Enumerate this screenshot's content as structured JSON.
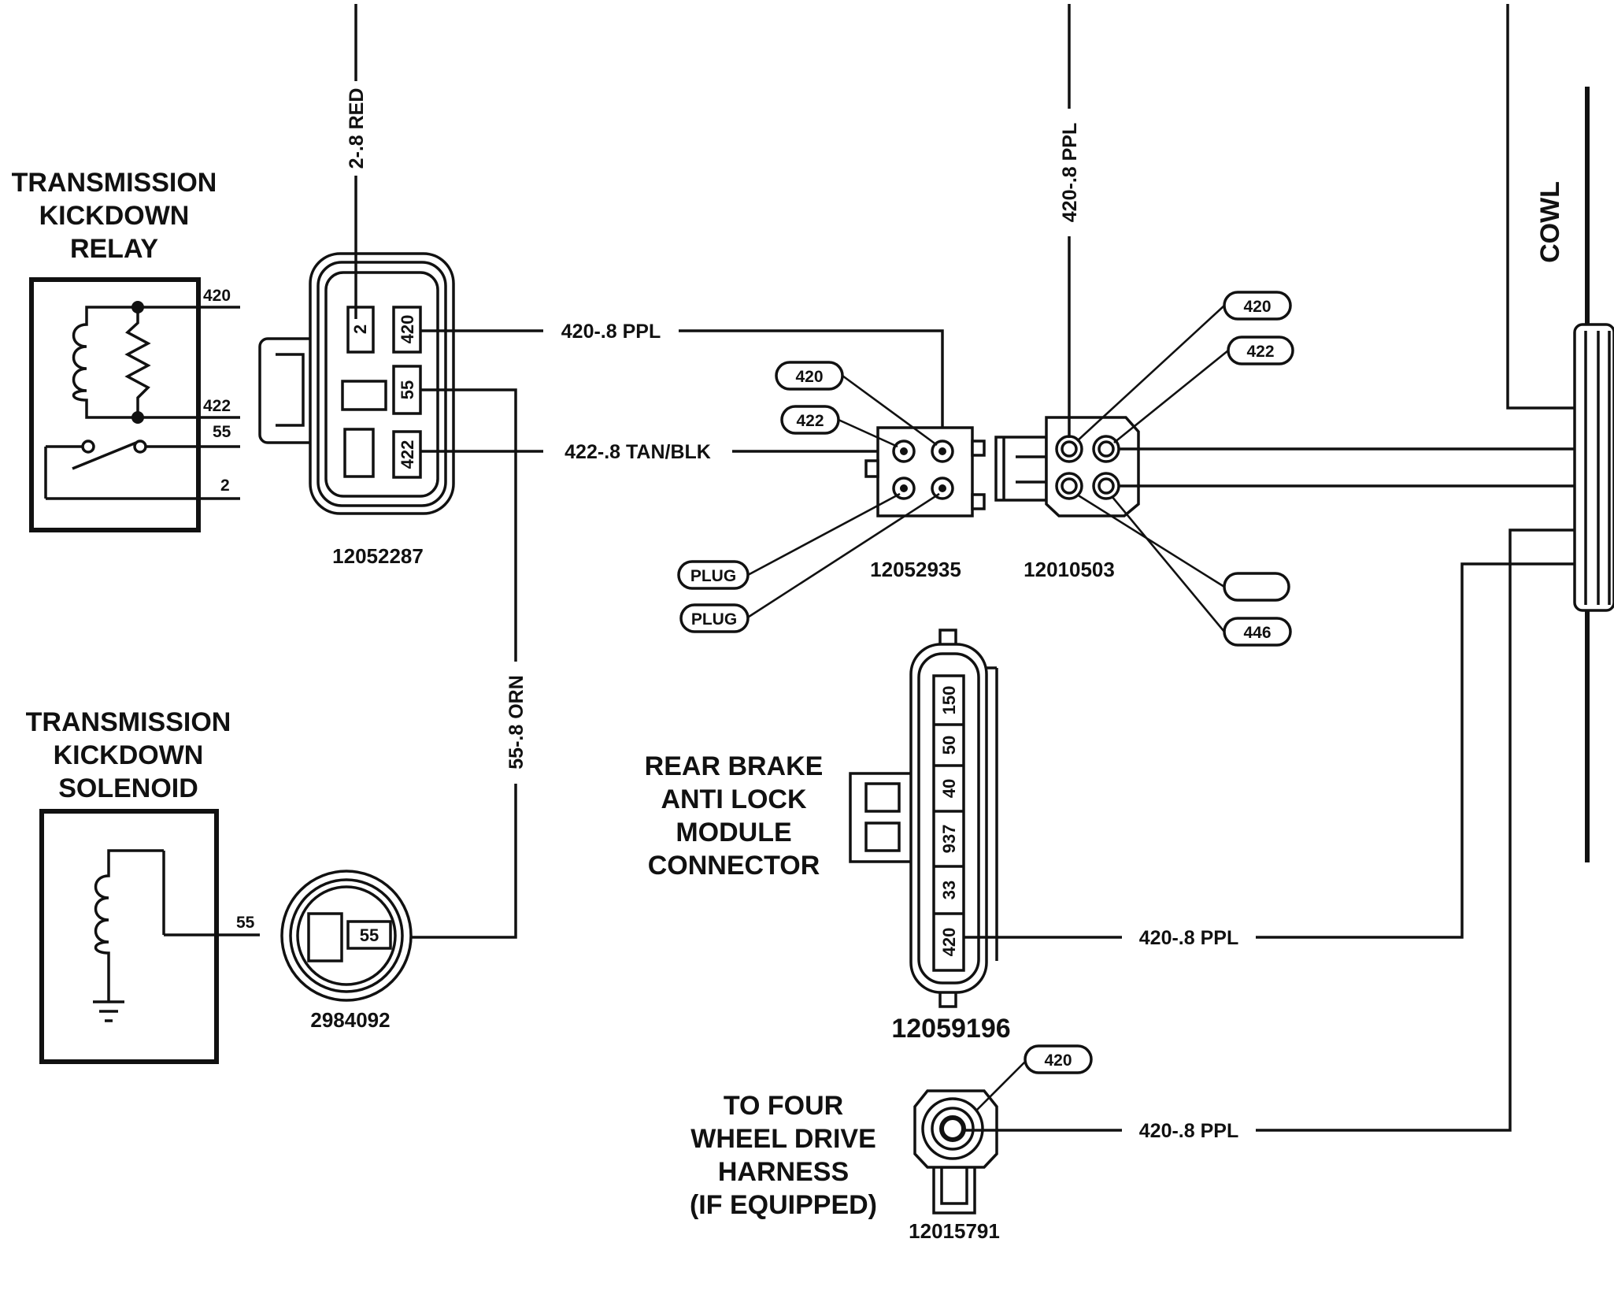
{
  "components": {
    "relay": {
      "title_lines": [
        "TRANSMISSION",
        "KICKDOWN",
        "RELAY"
      ],
      "terminals": [
        "420",
        "422",
        "55",
        "2"
      ]
    },
    "relay_connector": {
      "part_number": "12052287",
      "cavities": [
        "2",
        "420",
        "55",
        "422"
      ]
    },
    "solenoid": {
      "title_lines": [
        "TRANSMISSION",
        "KICKDOWN",
        "SOLENOID"
      ],
      "terminal": "55"
    },
    "solenoid_connector": {
      "part_number": "2984092",
      "cavity": "55"
    },
    "inline_connector_a": {
      "part_number": "12052935",
      "tags": [
        "420",
        "422"
      ],
      "plug_tags": [
        "PLUG",
        "PLUG"
      ]
    },
    "inline_connector_b": {
      "part_number": "12010503",
      "tags": [
        "420",
        "422",
        "",
        "446"
      ]
    },
    "abs_connector": {
      "title_lines": [
        "REAR BRAKE",
        "ANTI LOCK",
        "MODULE",
        "CONNECTOR"
      ],
      "part_number": "12059196",
      "cavities": [
        "150",
        "50",
        "40",
        "937",
        "33",
        "420"
      ]
    },
    "four_wd_connector": {
      "title_lines": [
        "TO FOUR",
        "WHEEL DRIVE",
        "HARNESS",
        "(IF EQUIPPED)"
      ],
      "part_number": "12015791",
      "tag": "420"
    },
    "cowl": {
      "label": "COWL"
    }
  },
  "wires": {
    "red_2": "2-.8 RED",
    "ppl_top": "420-.8 PPL",
    "ppl_relay": "420-.8 PPL",
    "tan_blk": "422-.8 TAN/BLK",
    "orn_55": "55-.8 ORN",
    "ppl_abs": "420-.8 PPL",
    "ppl_4wd": "420-.8 PPL"
  }
}
